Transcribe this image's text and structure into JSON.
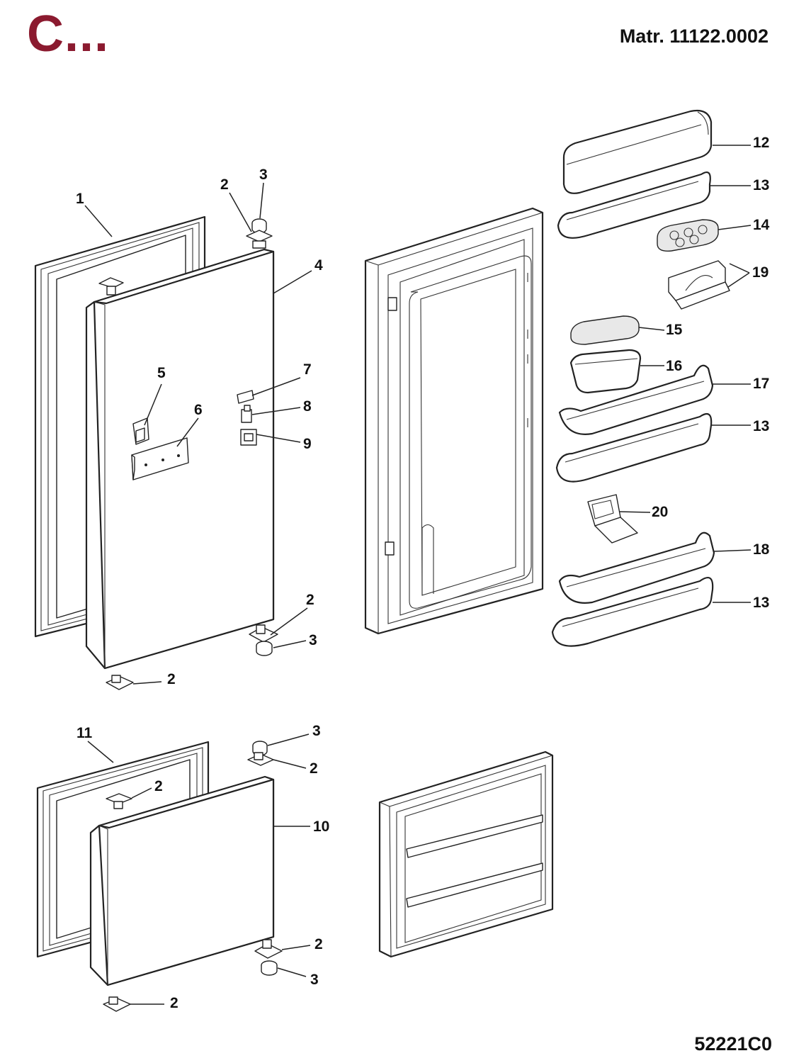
{
  "header": {
    "section_letter": "C...",
    "material_number": "Matr. 11122.0002"
  },
  "footer": {
    "drawing_code": "52221C0"
  },
  "callouts": {
    "c1": "1",
    "c2a": "2",
    "c3a": "3",
    "c4": "4",
    "c5": "5",
    "c6": "6",
    "c7": "7",
    "c8": "8",
    "c9": "9",
    "c2b": "2",
    "c3b": "3",
    "c2c": "2",
    "c11": "11",
    "c3c": "3",
    "c2d": "2",
    "c2e": "2",
    "c10": "10",
    "c2f": "2",
    "c3d": "3",
    "c2g": "2",
    "c12": "12",
    "c13a": "13",
    "c14": "14",
    "c19": "19",
    "c15": "15",
    "c16": "16",
    "c17": "17",
    "c13b": "13",
    "c20": "20",
    "c18": "18",
    "c13c": "13"
  }
}
